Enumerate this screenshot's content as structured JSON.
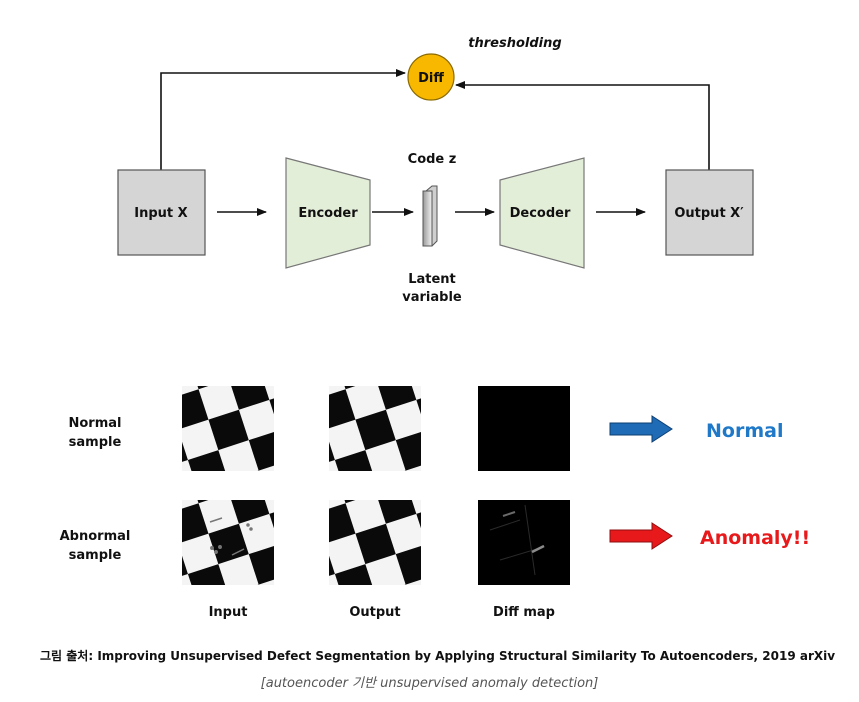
{
  "pipeline": {
    "threshold_label": "thresholding",
    "diff_label": "Diff",
    "input_label": "Input X",
    "encoder_label": "Encoder",
    "code_label": "Code z",
    "latent_label_line1": "Latent",
    "latent_label_line2": "variable",
    "decoder_label": "Decoder",
    "output_label": "Output X′"
  },
  "examples": {
    "normal_row_label_line1": "Normal",
    "normal_row_label_line2": "sample",
    "abnormal_row_label_line1": "Abnormal",
    "abnormal_row_label_line2": "sample",
    "col_input": "Input",
    "col_output": "Output",
    "col_diff": "Diff map",
    "normal_result": "Normal",
    "anomaly_result": "Anomaly!!"
  },
  "caption": {
    "source": "그림 출처: Improving Unsupervised Defect Segmentation by Applying Structural Similarity To Autoencoders, 2019 arXiv",
    "subtitle": "[autoencoder 기반 unsupervised anomaly detection]"
  },
  "colors": {
    "diff_circle": "#F9B800",
    "box_gray": "#D5D5D5",
    "encoder_fill": "#E3EED8",
    "normal_arrow": "#1F6BB5",
    "normal_text": "#1F78C8",
    "anomaly_arrow": "#E8191B",
    "anomaly_text": "#E8191B"
  }
}
